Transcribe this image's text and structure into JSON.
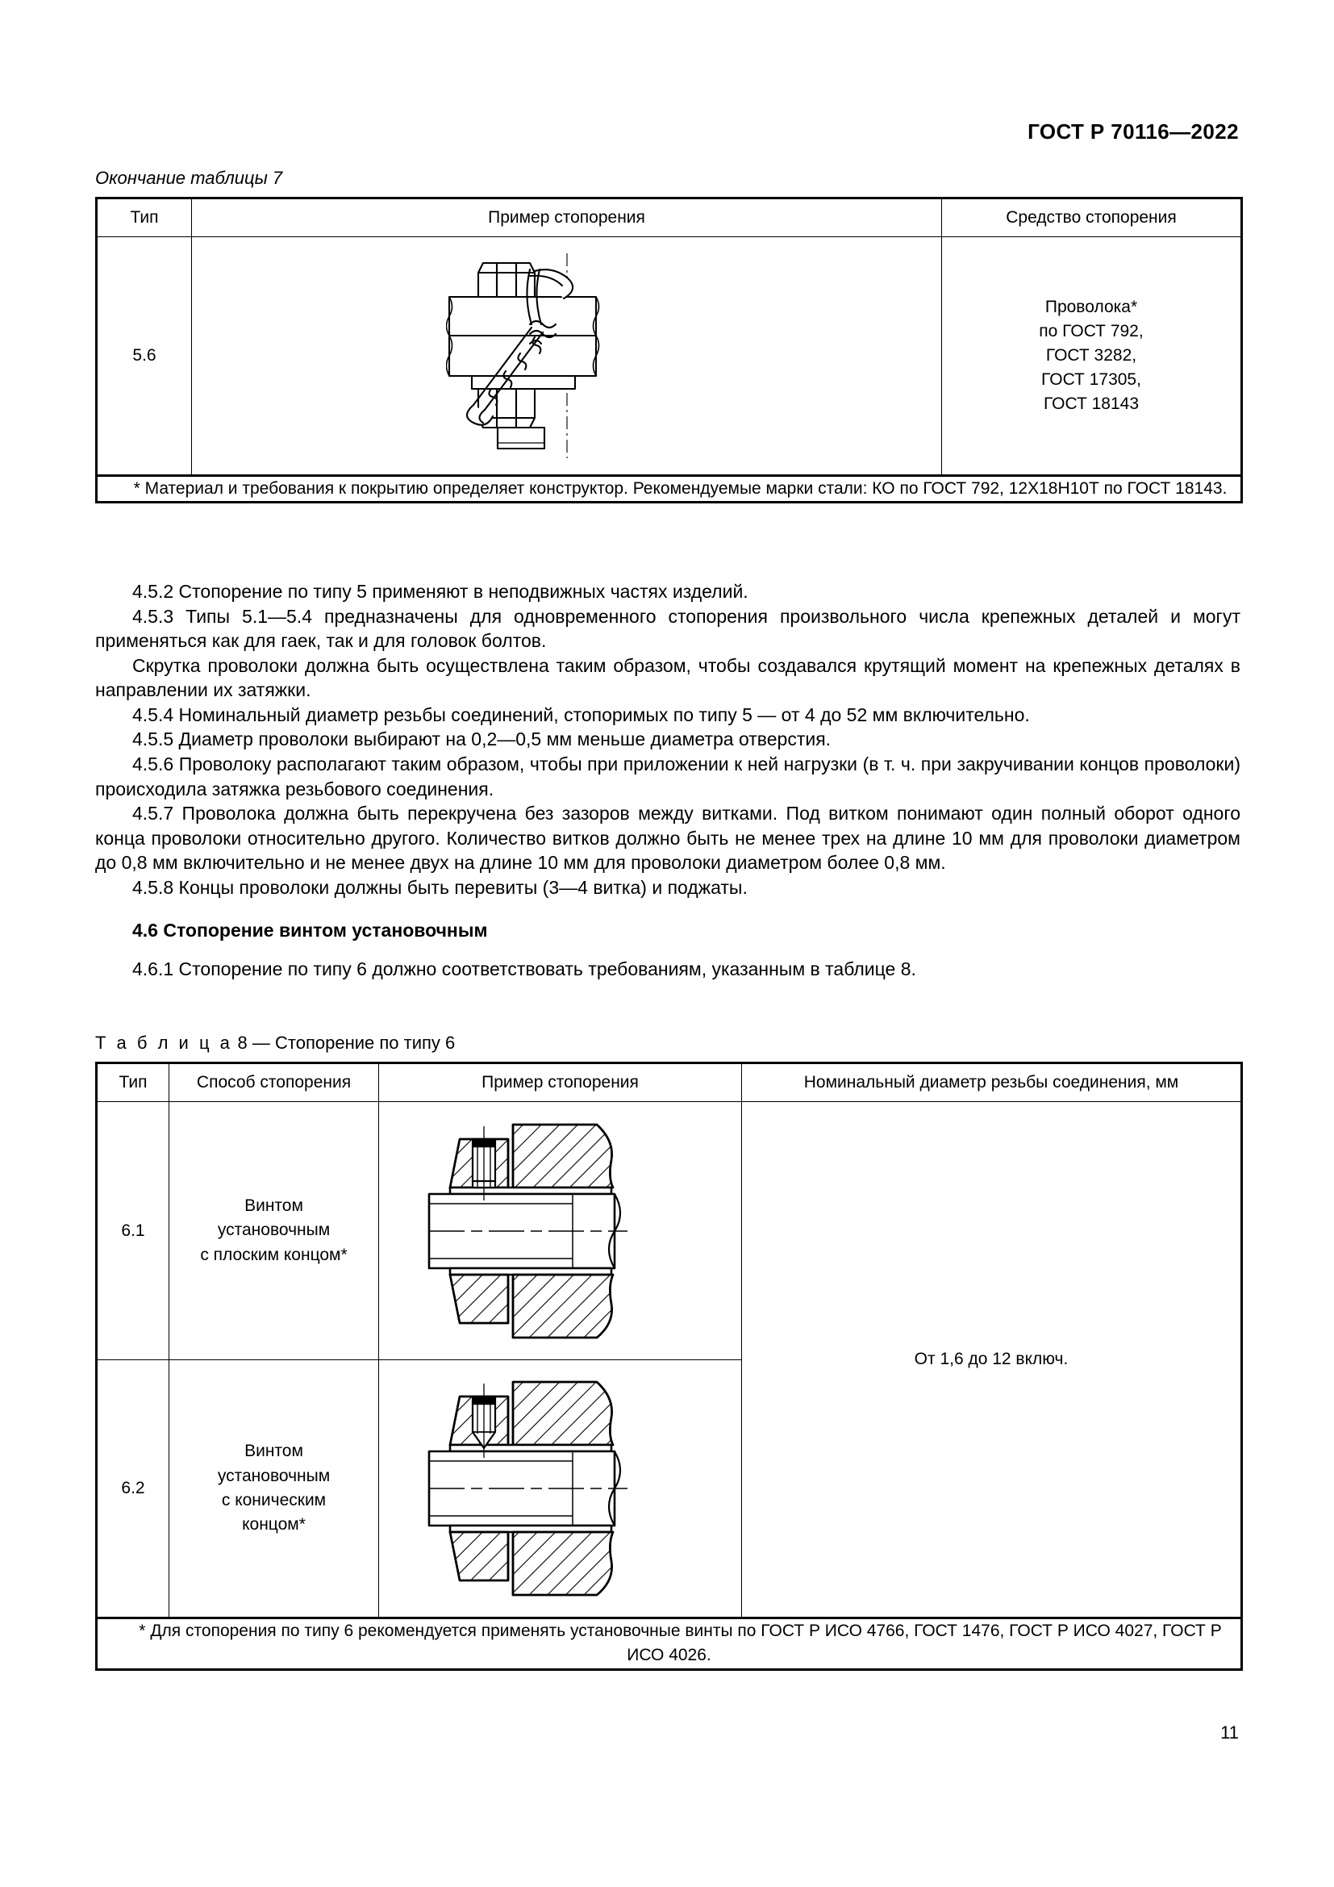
{
  "header": {
    "standard": "ГОСТ Р 70116—2022"
  },
  "table7": {
    "caption": "Окончание таблицы 7",
    "columns": [
      "Тип",
      "Пример стопорения",
      "Средство стопорения"
    ],
    "rows": [
      {
        "type": "5.6",
        "figure": "wire-locking-bolt-nut-drawing",
        "means": [
          "Проволока*",
          "по ГОСТ 792,",
          "ГОСТ 3282,",
          "ГОСТ 17305,",
          "ГОСТ 18143"
        ]
      }
    ],
    "footnote_marker": "*",
    "footnote": "Материал и требования к покрытию определяет конструктор. Рекомендуемые марки стали: КО по ГОСТ 792, 12Х18Н10Т по ГОСТ 18143."
  },
  "body": {
    "paragraphs": [
      "4.5.2  Стопорение по типу 5 применяют в неподвижных частях изделий.",
      "4.5.3  Типы 5.1—5.4 предназначены для одновременного стопорения произвольного числа крепежных деталей и могут применяться как для гаек, так и для головок болтов.",
      "Скрутка проволоки должна быть осуществлена таким образом, чтобы создавался крутящий момент на крепежных деталях в направлении их затяжки.",
      "4.5.4  Номинальный диаметр резьбы соединений, стопоримых по типу 5 — от 4 до 52 мм включительно.",
      "4.5.5  Диаметр проволоки выбирают на 0,2—0,5 мм меньше диаметра отверстия.",
      "4.5.6  Проволоку располагают таким образом, чтобы при приложении к ней нагрузки (в т. ч. при закручивании концов проволоки) происходила затяжка резьбового соединения.",
      "4.5.7  Проволока должна быть перекручена без зазоров между витками. Под витком понимают один полный оборот одного конца проволоки относительно другого. Количество витков должно быть не менее трех на длине 10 мм для проволоки диаметром до 0,8 мм включительно и не менее двух на длине 10 мм для проволоки диаметром более 0,8 мм.",
      "4.5.8  Концы проволоки должны быть перевиты (3—4 витка) и поджаты."
    ],
    "section_heading": "4.6  Стопорение винтом установочным",
    "after_heading": "4.6.1  Стопорение по типу 6 должно соответствовать требованиям, указанным в таблице 8."
  },
  "table8": {
    "caption_label": "Т а б л и ц а",
    "caption_rest": "8 — Стопорение по типу 6",
    "columns": [
      "Тип",
      "Способ стопорения",
      "Пример стопорения",
      "Номинальный диаметр резьбы соединения, мм"
    ],
    "rows": [
      {
        "type": "6.1",
        "method": [
          "Винтом",
          "установочным",
          "с плоским концом*"
        ],
        "figure": "set-screw-flat-point-section-drawing"
      },
      {
        "type": "6.2",
        "method": [
          "Винтом",
          "установочным",
          "с коническим",
          "концом*"
        ],
        "figure": "set-screw-cone-point-section-drawing"
      }
    ],
    "diameter_range": "От 1,6 до 12 включ.",
    "footnote_marker": "*",
    "footnote": "Для стопорения по типу 6 рекомендуется применять установочные винты по ГОСТ Р ИСО 4766, ГОСТ 1476, ГОСТ Р ИСО 4027, ГОСТ Р ИСО 4026."
  },
  "footer": {
    "page_number": "11"
  }
}
